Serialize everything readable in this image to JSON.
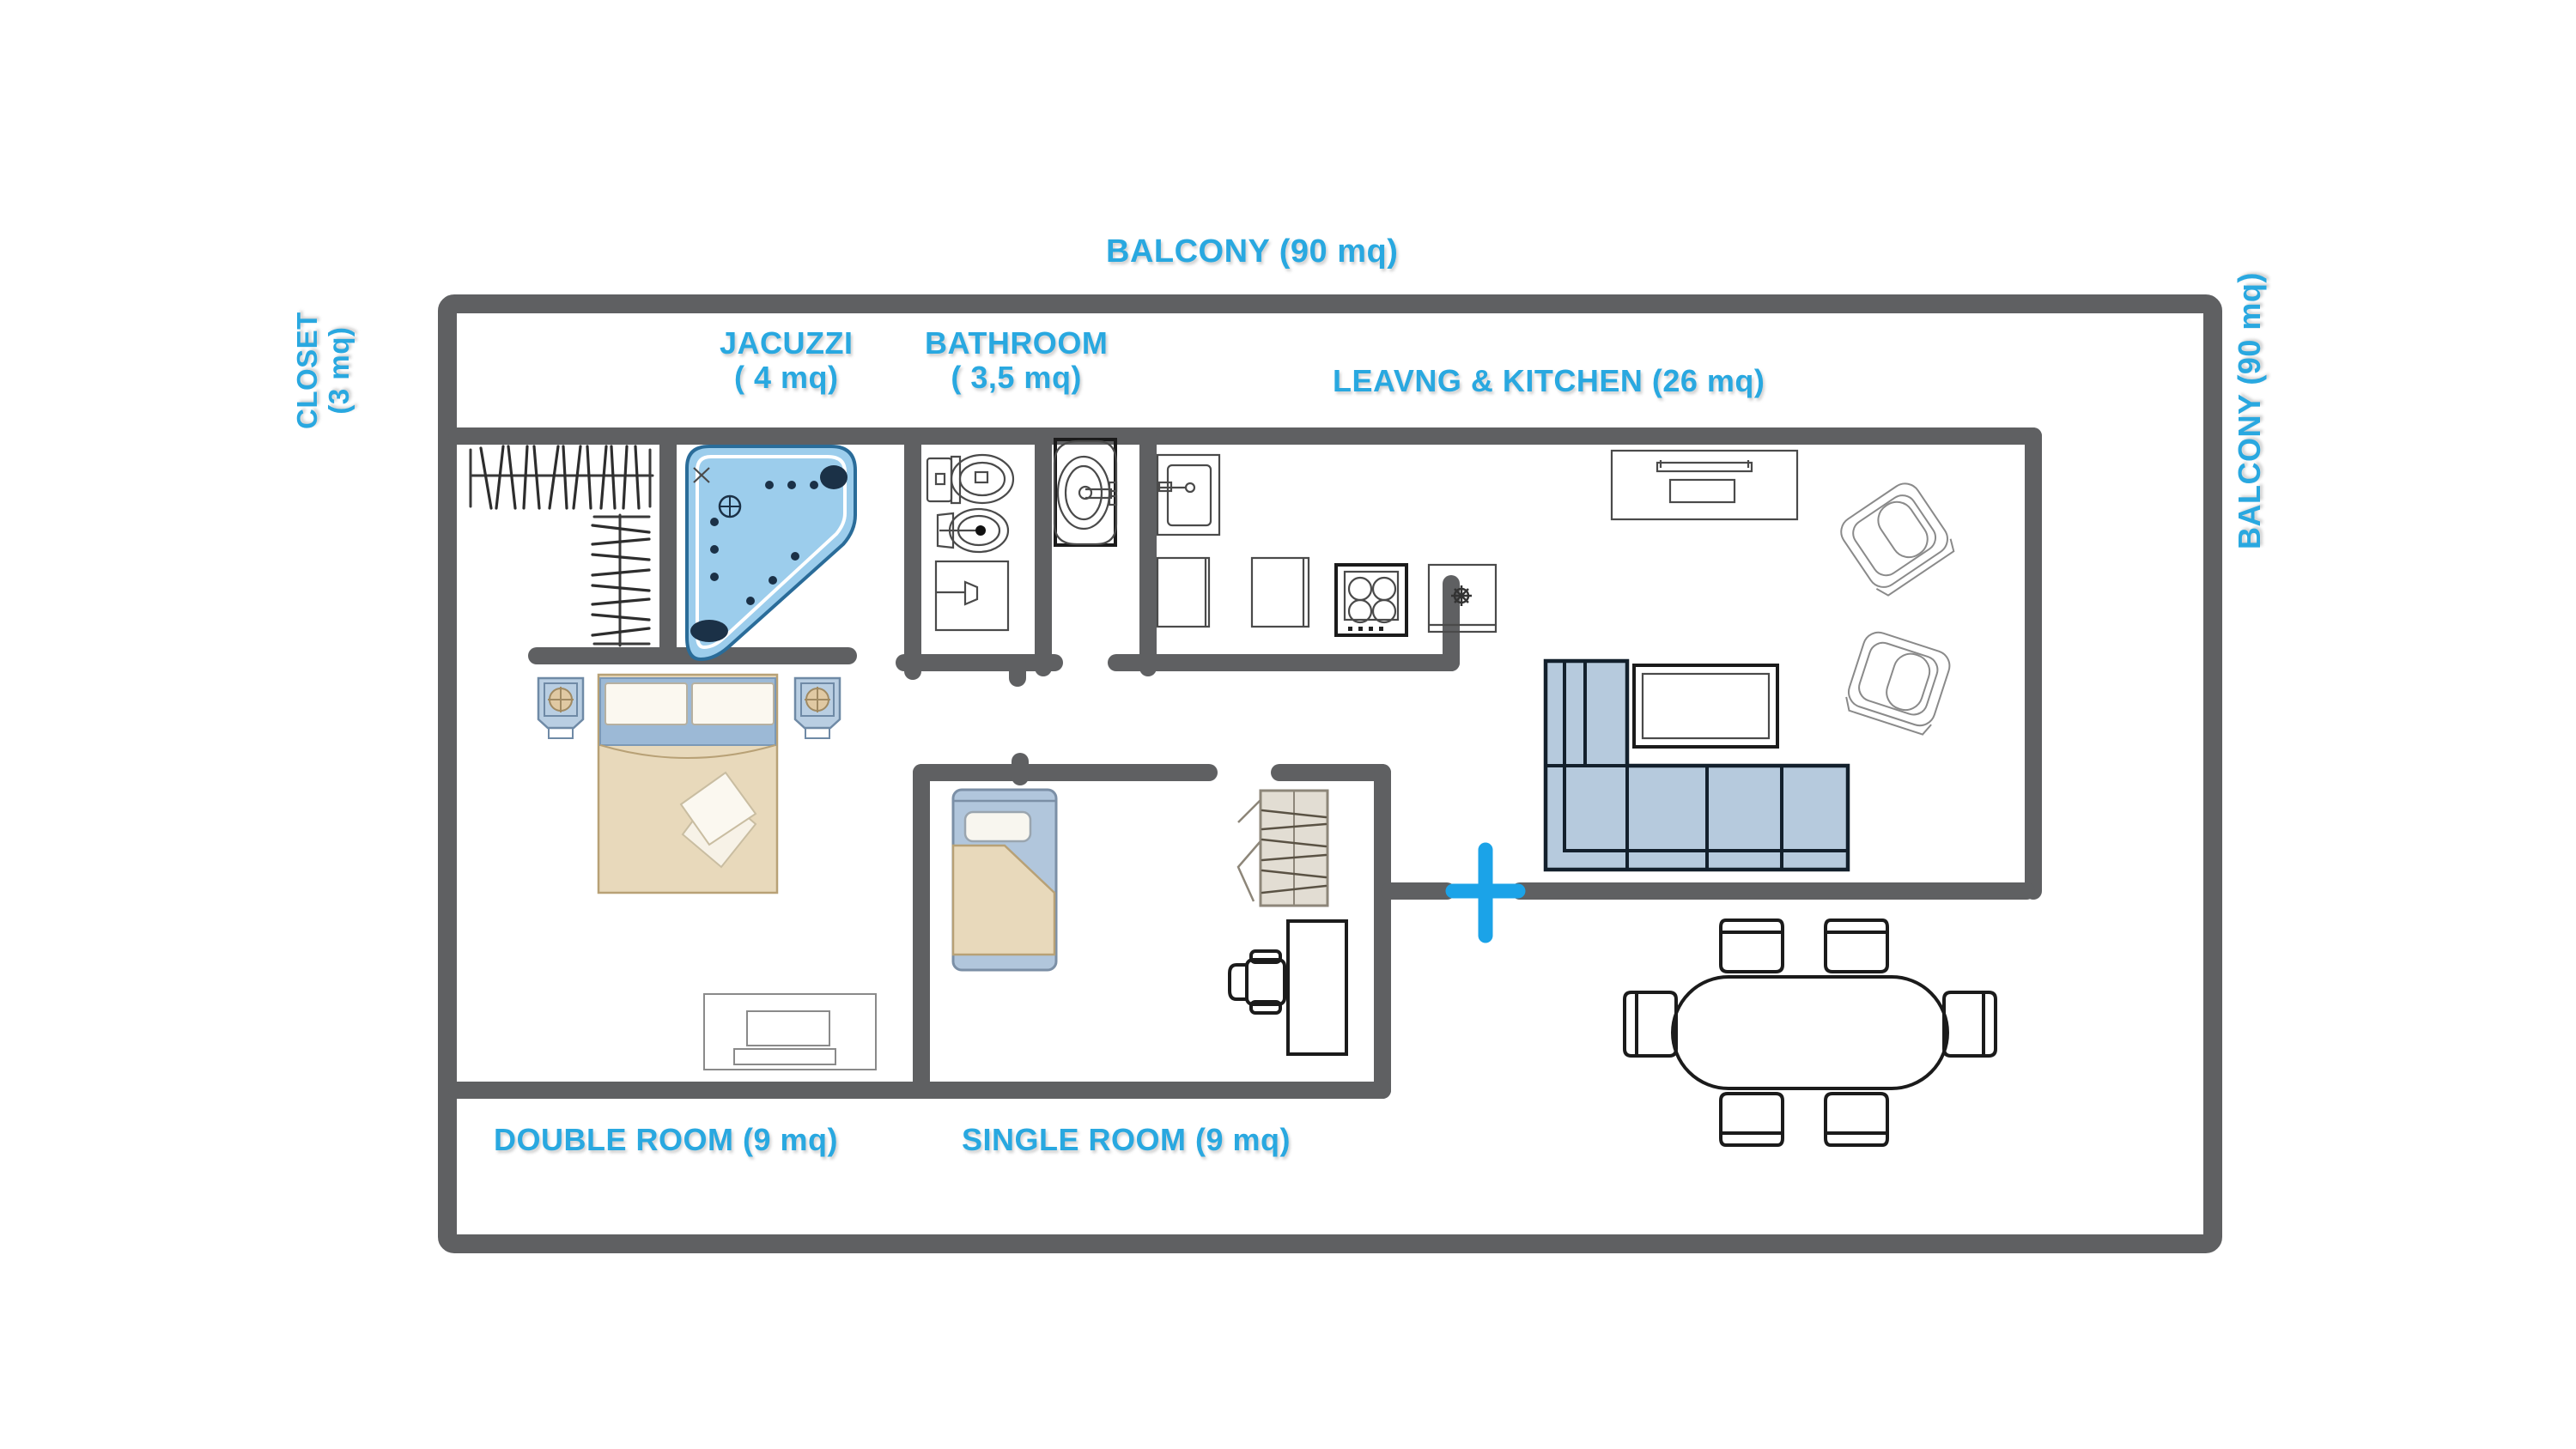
{
  "plan": {
    "title": "Apartment Floor Plan",
    "wall_color": "#5f6062",
    "accent_color": "#29a8e0",
    "sofa_color": "#b6cadd",
    "jacuzzi_color": "#9ccdec",
    "bed_duvet_color": "#e8d9bb",
    "bed_blanket_color": "#9cb9d6",
    "background_color": "#ffffff"
  },
  "labels": {
    "balcony_top": "BALCONY (90 mq)",
    "balcony_right": "BALCONY (90 mq)",
    "closet": "CLOSET\n(3 mq)",
    "jacuzzi": "JACUZZI\n( 4 mq)",
    "bathroom": "BATHROOM\n( 3,5 mq)",
    "living_kitchen": "LEAVNG & KITCHEN (26 mq)",
    "double_room": "DOUBLE ROOM (9 mq)",
    "single_room": "SINGLE ROOM (9 mq)"
  },
  "rooms": [
    {
      "name": "balcony-top",
      "label": "BALCONY (90 mq)",
      "area_mq": 90
    },
    {
      "name": "balcony-right",
      "label": "BALCONY (90 mq)",
      "area_mq": 90
    },
    {
      "name": "closet",
      "label": "CLOSET (3 mq)",
      "area_mq": 3
    },
    {
      "name": "jacuzzi",
      "label": "JACUZZI ( 4 mq)",
      "area_mq": 4
    },
    {
      "name": "bathroom",
      "label": "BATHROOM ( 3,5 mq)",
      "area_mq": 3.5
    },
    {
      "name": "living-kitchen",
      "label": "LEAVNG & KITCHEN (26 mq)",
      "area_mq": 26
    },
    {
      "name": "double-room",
      "label": "DOUBLE ROOM (9 mq)",
      "area_mq": 9
    },
    {
      "name": "single-room",
      "label": "SINGLE ROOM (9 mq)",
      "area_mq": 9
    }
  ],
  "fixtures": [
    {
      "name": "closet-rail-horizontal",
      "room": "closet"
    },
    {
      "name": "closet-rail-vertical",
      "room": "closet"
    },
    {
      "name": "corner-jacuzzi-tub",
      "room": "jacuzzi"
    },
    {
      "name": "toilet",
      "room": "bathroom"
    },
    {
      "name": "bidet",
      "room": "bathroom"
    },
    {
      "name": "shower-tray",
      "room": "bathroom"
    },
    {
      "name": "washbasin-oval",
      "room": "bathroom"
    },
    {
      "name": "kitchen-sink-upper",
      "room": "living-kitchen"
    },
    {
      "name": "kitchen-cabinet",
      "room": "living-kitchen"
    },
    {
      "name": "kitchen-stove-4-burner",
      "room": "living-kitchen"
    },
    {
      "name": "kitchen-sink-lower",
      "room": "living-kitchen"
    },
    {
      "name": "tv-console-living",
      "room": "living-kitchen"
    },
    {
      "name": "armchair-upper",
      "room": "living-kitchen"
    },
    {
      "name": "armchair-lower",
      "room": "living-kitchen"
    },
    {
      "name": "sectional-sofa",
      "room": "living-kitchen"
    },
    {
      "name": "coffee-table",
      "room": "living-kitchen"
    },
    {
      "name": "dining-table-oval",
      "room": "living-kitchen"
    },
    {
      "name": "dining-chair",
      "room": "living-kitchen",
      "count": 6
    },
    {
      "name": "double-bed",
      "room": "double-room"
    },
    {
      "name": "nightstand-left",
      "room": "double-room"
    },
    {
      "name": "nightstand-right",
      "room": "double-room"
    },
    {
      "name": "tv-console-bedroom",
      "room": "double-room"
    },
    {
      "name": "single-bed",
      "room": "single-room"
    },
    {
      "name": "wardrobe",
      "room": "single-room"
    },
    {
      "name": "desk",
      "room": "single-room"
    },
    {
      "name": "desk-chair",
      "room": "single-room"
    },
    {
      "name": "entrance-door-marker",
      "room": "living-kitchen"
    }
  ]
}
